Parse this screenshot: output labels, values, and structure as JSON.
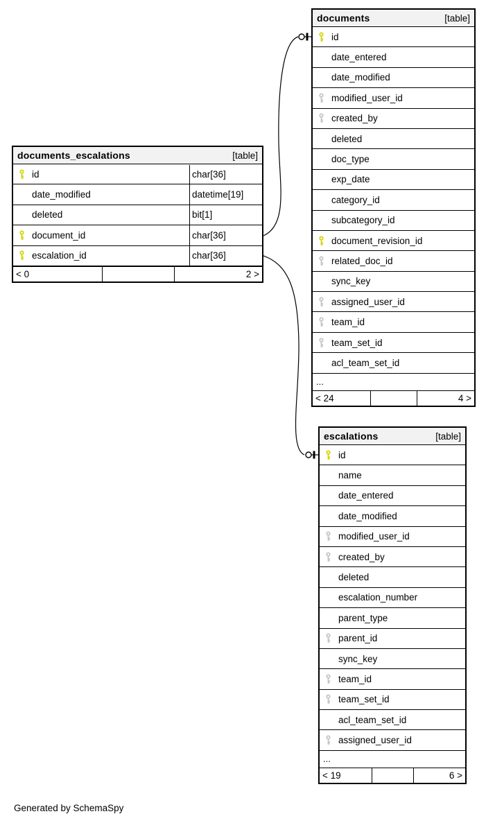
{
  "page": {
    "footer_note": "Generated by SchemaSpy"
  },
  "colors": {
    "pk_key": "#d4d400",
    "fk_key": "#c4c4c4",
    "header_bg": "#f2f2f2",
    "border": "#000000"
  },
  "tables": [
    {
      "name": "documents_escalations",
      "tag": "[table]",
      "has_types": true,
      "columns": [
        {
          "name": "id",
          "key": "pk",
          "type": "char[36]"
        },
        {
          "name": "date_modified",
          "key": null,
          "type": "datetime[19]"
        },
        {
          "name": "deleted",
          "key": null,
          "type": "bit[1]"
        },
        {
          "name": "document_id",
          "key": "pk",
          "type": "char[36]"
        },
        {
          "name": "escalation_id",
          "key": "pk",
          "type": "char[36]"
        }
      ],
      "ellipsis": null,
      "footer": {
        "left": "< 0",
        "middle": "",
        "right": "2 >"
      }
    },
    {
      "name": "documents",
      "tag": "[table]",
      "has_types": false,
      "columns": [
        {
          "name": "id",
          "key": "pk"
        },
        {
          "name": "date_entered",
          "key": null
        },
        {
          "name": "date_modified",
          "key": null
        },
        {
          "name": "modified_user_id",
          "key": "fk"
        },
        {
          "name": "created_by",
          "key": "fk"
        },
        {
          "name": "deleted",
          "key": null
        },
        {
          "name": "doc_type",
          "key": null
        },
        {
          "name": "exp_date",
          "key": null
        },
        {
          "name": "category_id",
          "key": null
        },
        {
          "name": "subcategory_id",
          "key": null
        },
        {
          "name": "document_revision_id",
          "key": "pk"
        },
        {
          "name": "related_doc_id",
          "key": "fk"
        },
        {
          "name": "sync_key",
          "key": null
        },
        {
          "name": "assigned_user_id",
          "key": "fk"
        },
        {
          "name": "team_id",
          "key": "fk"
        },
        {
          "name": "team_set_id",
          "key": "fk"
        },
        {
          "name": "acl_team_set_id",
          "key": null
        }
      ],
      "ellipsis": "...",
      "footer": {
        "left": "< 24",
        "middle": "",
        "right": "4 >"
      }
    },
    {
      "name": "escalations",
      "tag": "[table]",
      "has_types": false,
      "columns": [
        {
          "name": "id",
          "key": "pk"
        },
        {
          "name": "name",
          "key": null
        },
        {
          "name": "date_entered",
          "key": null
        },
        {
          "name": "date_modified",
          "key": null
        },
        {
          "name": "modified_user_id",
          "key": "fk"
        },
        {
          "name": "created_by",
          "key": "fk"
        },
        {
          "name": "deleted",
          "key": null
        },
        {
          "name": "escalation_number",
          "key": null
        },
        {
          "name": "parent_type",
          "key": null
        },
        {
          "name": "parent_id",
          "key": "fk"
        },
        {
          "name": "sync_key",
          "key": null
        },
        {
          "name": "team_id",
          "key": "fk"
        },
        {
          "name": "team_set_id",
          "key": "fk"
        },
        {
          "name": "acl_team_set_id",
          "key": null
        },
        {
          "name": "assigned_user_id",
          "key": "fk"
        }
      ],
      "ellipsis": "...",
      "footer": {
        "left": "< 19",
        "middle": "",
        "right": "6 >"
      }
    }
  ],
  "relationships": [
    {
      "from_table": "documents_escalations",
      "from_column": "document_id",
      "to_table": "documents",
      "to_column": "id"
    },
    {
      "from_table": "documents_escalations",
      "from_column": "escalation_id",
      "to_table": "escalations",
      "to_column": "id"
    }
  ]
}
